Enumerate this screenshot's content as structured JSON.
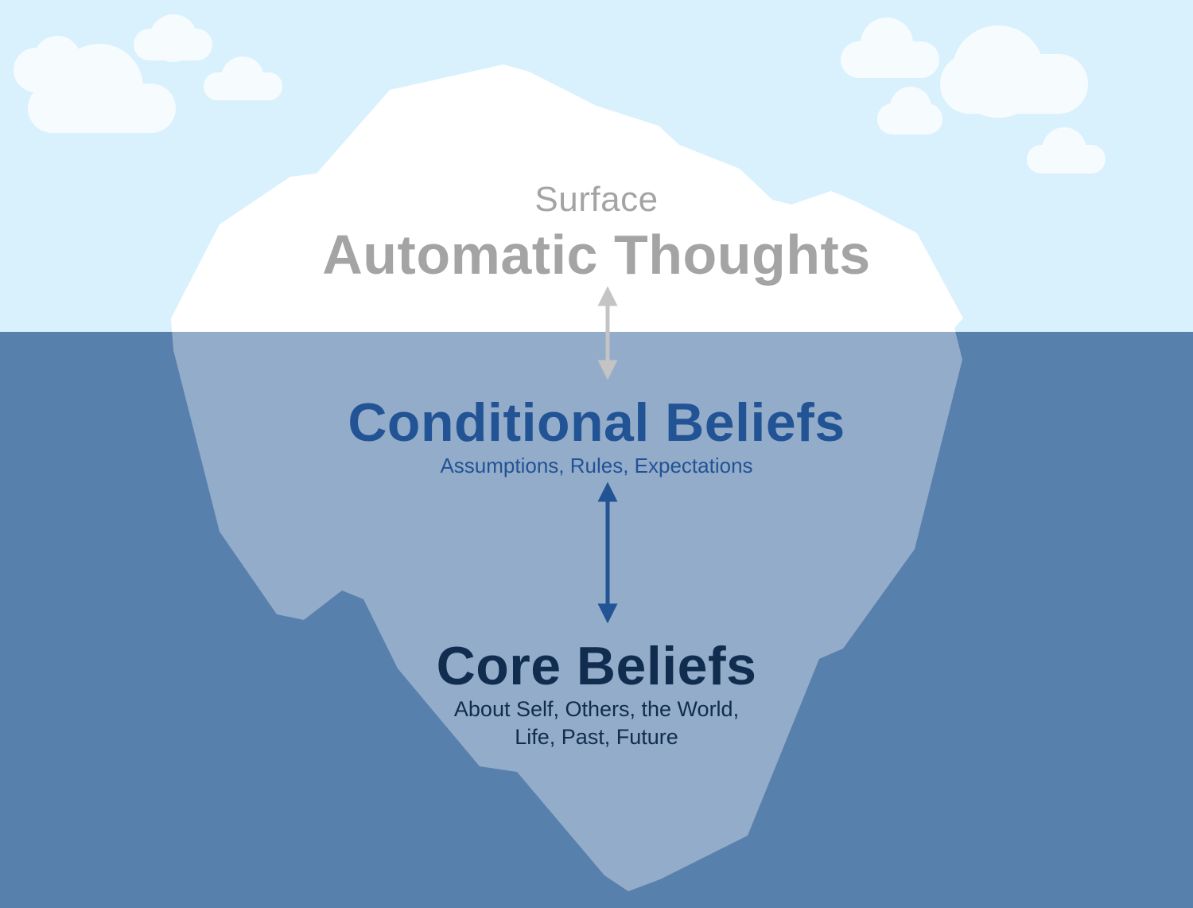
{
  "colors": {
    "sky": "#d9f1fd",
    "water": "#5880ad",
    "ice_above": "#ffffff",
    "ice_below": "#93acc9",
    "cloud": "#f6fbfe",
    "surface_text": "#a4a4a4",
    "conditional_text": "#215395",
    "core_text": "#102c4e"
  },
  "surface": {
    "kicker": "Surface",
    "title": "Automatic Thoughts"
  },
  "conditional": {
    "title": "Conditional Beliefs",
    "subtitle": "Assumptions, Rules, Expectations"
  },
  "core": {
    "title": "Core Beliefs",
    "subtitle_line1": "About Self, Others, the World,",
    "subtitle_line2": "Life, Past, Future"
  }
}
